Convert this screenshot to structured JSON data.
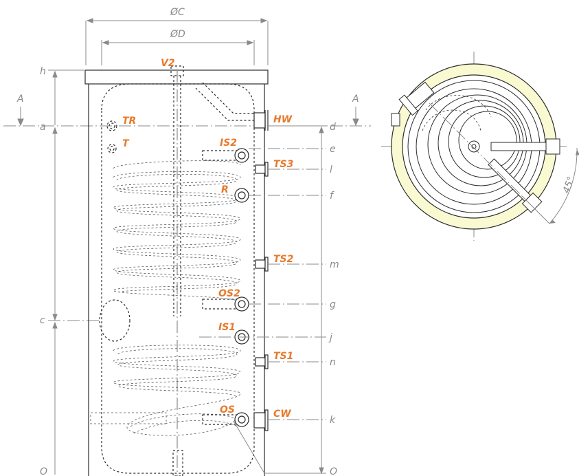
{
  "diameter_labels": {
    "outer": "ØC",
    "inner": "ØD"
  },
  "section_marks": {
    "left": "A",
    "right": "A"
  },
  "left_dims": {
    "h": "h",
    "a": "a",
    "c": "c",
    "o": "O"
  },
  "right_dims": {
    "d": "d",
    "e": "e",
    "l": "l",
    "f": "f",
    "m": "m",
    "g": "g",
    "j": "j",
    "n": "n",
    "k": "k",
    "o": "O"
  },
  "ports": {
    "v2": "V2",
    "tr": "TR",
    "t": "T",
    "hw": "HW",
    "is2": "IS2",
    "ts3": "TS3",
    "r": "R",
    "ts2": "TS2",
    "os2": "OS2",
    "is1": "IS1",
    "ts1": "TS1",
    "os": "OS",
    "cw": "CW"
  },
  "angle_label": "45°",
  "colors": {
    "accent": "#e8792a",
    "line": "#2b2b2b",
    "dim": "#8a8a8a",
    "insulation": "#fafad2"
  }
}
